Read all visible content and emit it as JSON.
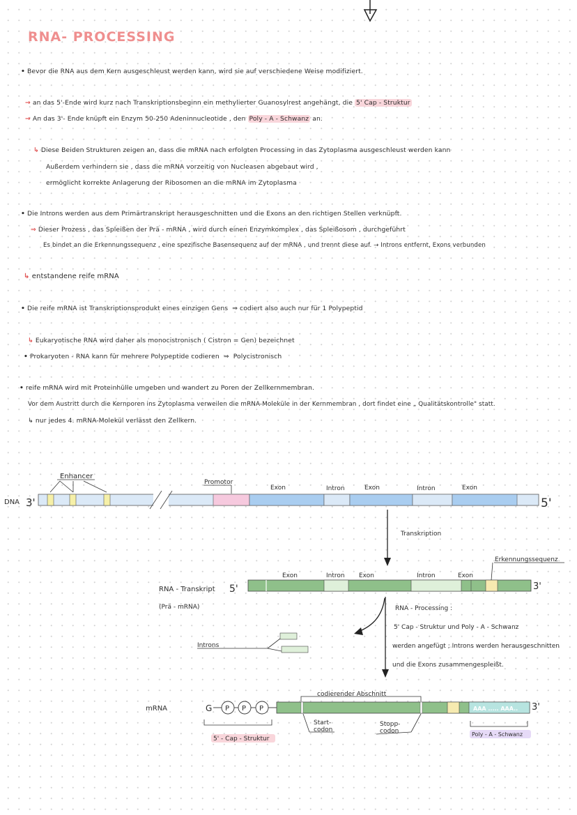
{
  "title": "RNA- PROCESSING",
  "text": {
    "l1": "Bevor die RNA aus dem Kern ausgeschleust werden kann, wird sie auf verschiedene Weise modifiziert.",
    "l2": "an das 5'-Ende wird kurz nach Transkriptionsbeginn ein methylierter Guanosylrest angehängt, die",
    "l2_hl": "5' Cap - Struktur",
    "l3": "An das 3'- Ende knüpft ein Enzym 50-250 Adeninnucleotide , den",
    "l3_hl": "Poly - A - Schwanz",
    "l3_end": "an.",
    "l4": "Diese Beiden Strukturen zeigen an, dass die mRNA nach erfolgten Processing in das Zytoplasma ausgeschleust werden kann",
    "l5": "Außerdem verhindern sie , dass die mRNA vorzeitig von Nucleasen abgebaut wird ,",
    "l6": "ermöglicht korrekte Anlagerung der Ribosomen an die mRNA im Zytoplasma",
    "l7": "Die Introns werden aus dem Primärtranskript herausgeschnitten und die Exons an den richtigen Stellen verknüpft.",
    "l8": "Dieser Prozess , das Spleißen der Prä - mRNA , wird durch einen Enzymkomplex , das Spleißosom , durchgeführt",
    "l9": "Es bindet an die Erkennungssequenz , eine spezifische Basensequenz auf der mRNA , und trennt diese auf. → Introns entfernt, Exons verbunden",
    "l10": "entstandene reife mRNA",
    "l11": "Die reife mRNA ist Transkriptionsprodukt eines einzigen Gens",
    "l11b": "codiert also auch nur für 1 Polypeptid",
    "l12": "Eukaryotische RNA wird daher als monocistronisch ( Cistron = Gen) bezeichnet",
    "l13": "Prokaryoten - RNA kann für mehrere Polypeptide codieren",
    "l13b": "Polycistronisch",
    "l14": "reife mRNA wird mit Proteinhülle umgeben und wandert zu Poren der Zellkernmembran.",
    "l15": "Vor dem Austritt durch die Kernporen ins Zytoplasma verweilen die mRNA-Moleküle in der Kernmembran , dort findet eine „ Qualitätskontrolle\" statt.",
    "l16": "nur jedes 4. mRNA-Molekül verlässt den Zellkern."
  },
  "diagram": {
    "dna_label": "DNA",
    "dna_left_end": "3'",
    "dna_right_end": "5'",
    "enhancer": "Enhancer",
    "promotor": "Promotor",
    "exon": "Exon",
    "intron": "Intron",
    "transkription": "Transkription",
    "rna_label": "RNA - Transkript",
    "rna_left_end": "5'",
    "rna_right_end": "3'",
    "pre_mrna": "(Prä - mRNA)",
    "erkennung": "Erkennungssequenz",
    "processing_1": "RNA - Processing :",
    "processing_2": "5' Cap - Struktur und Poly - A - Schwanz",
    "processing_3": "werden angefügt ; Introns werden herausgeschnitten",
    "processing_4": "und die Exons zusammengespleißt.",
    "introns": "Introns",
    "mrna": "mRNA",
    "cap_g": "G",
    "cap_p": "P",
    "codierender": "codierender Abschnitt",
    "start": "Start-",
    "codon": "codon",
    "stopp": "Stopp-",
    "aaa": "AAA ..... AAA..",
    "cap_struktur": "5' - Cap - Struktur",
    "polya": "Poly - A - Schwanz",
    "mrna_right_end": "3'"
  },
  "colors": {
    "title": "#ef8f8f",
    "highlight_pink": "#f9d6db",
    "highlight_purple": "#e6daf7",
    "arrow_red": "#e05050",
    "dna_light": "#dbe9f7",
    "exon_blue": "#a9cdf0",
    "promotor_pink": "#f6c9de",
    "enhancer_yellow": "#f6f0a8",
    "rna_green": "#8fc08a",
    "intron_light_green": "#dff0da",
    "aaa_teal": "#b7e4e0"
  }
}
